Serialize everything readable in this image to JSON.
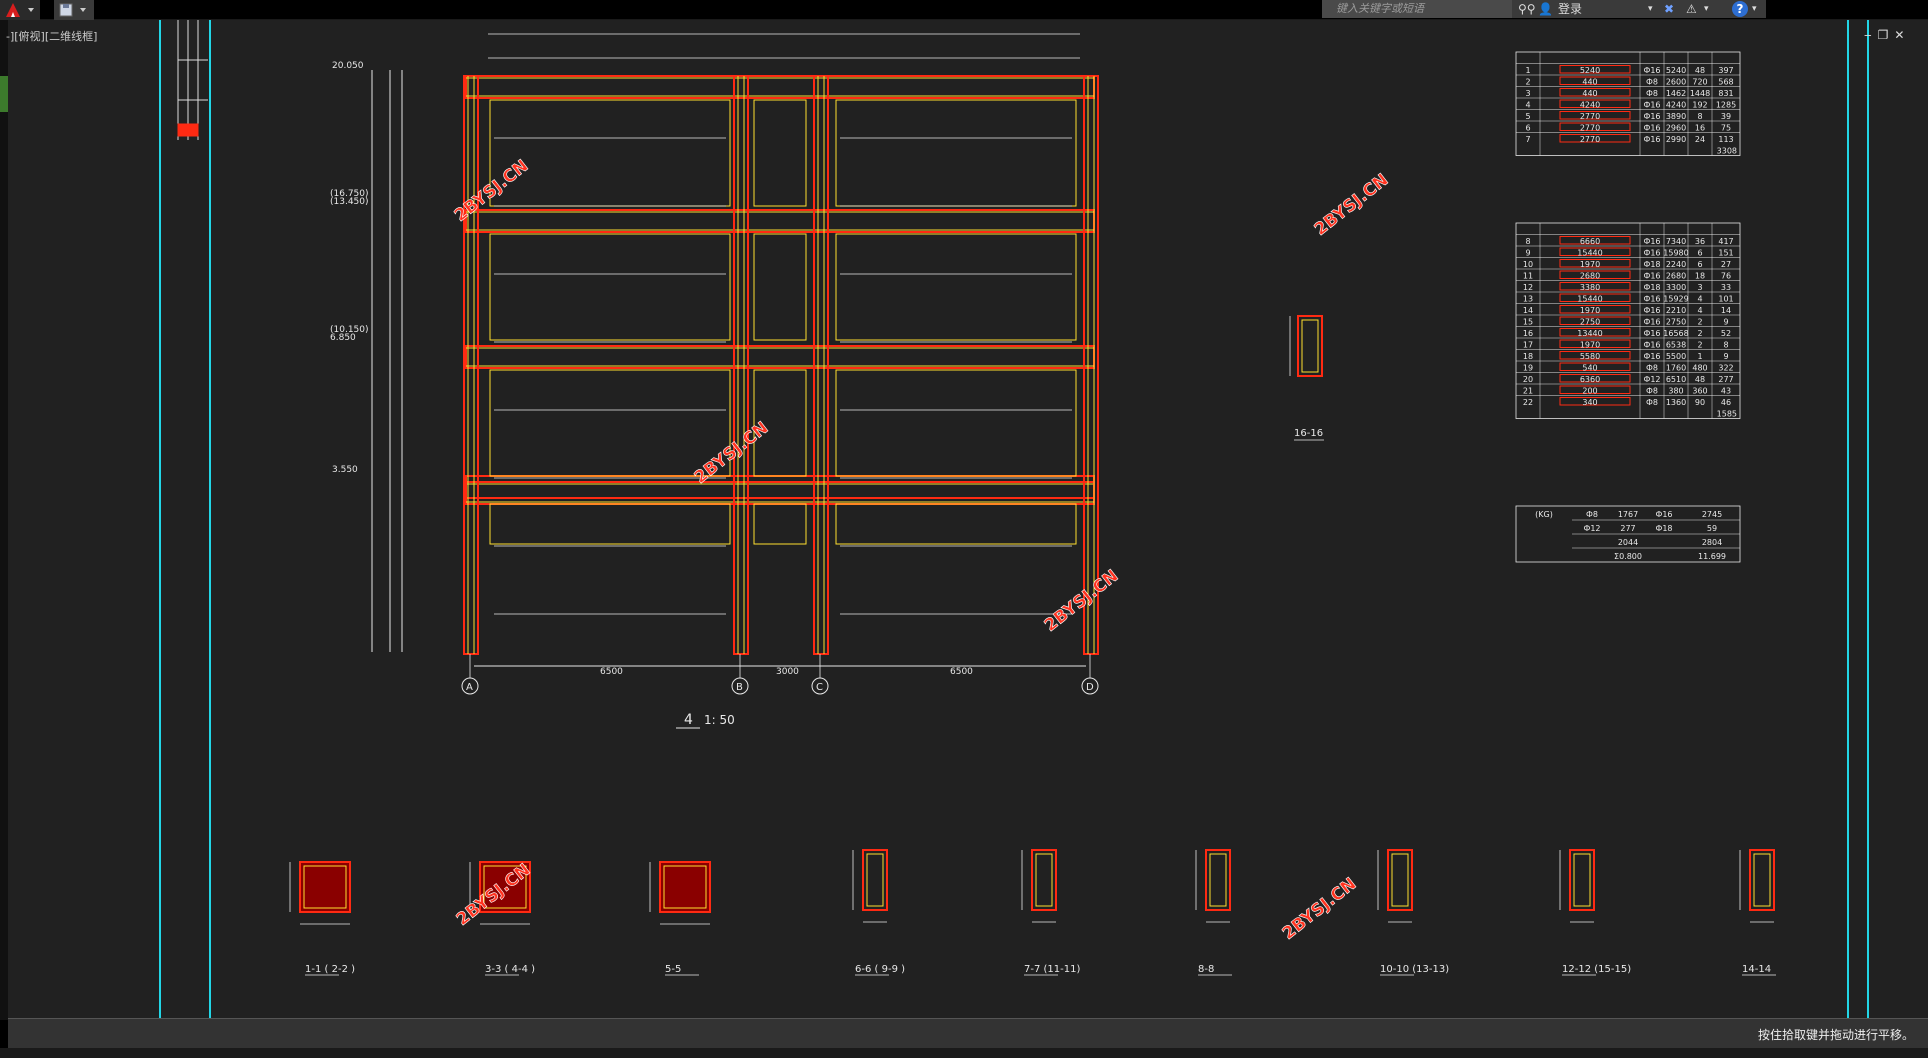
{
  "toolbar": {
    "search_placeholder": "键入关键字或短语",
    "login_label": "登录",
    "help_label": "?"
  },
  "viewport": {
    "label": "-][俯视][二维线框]"
  },
  "status": {
    "message": "按住拾取键并拖动进行平移。"
  },
  "drawing": {
    "watermark": "2BYSJ.CN",
    "scale_title_num": "4",
    "scale_title_ratio": "1: 50",
    "axis_labels": [
      "A",
      "B",
      "C",
      "D"
    ],
    "elevations": [
      "20.050",
      "(16.750)",
      "(13.450)",
      "(10.150)",
      "6.850",
      "3.550"
    ],
    "span_dims": [
      "6500",
      "3000",
      "6500"
    ],
    "sections": [
      {
        "label": "1-1 ( 2-2 )"
      },
      {
        "label": "3-3 ( 4-4 )"
      },
      {
        "label": "5-5"
      },
      {
        "label": "6-6 ( 9-9 )"
      },
      {
        "label": "7-7 (11-11)"
      },
      {
        "label": "8-8"
      },
      {
        "label": "10-10 (13-13)"
      },
      {
        "label": "12-12 (15-15)"
      },
      {
        "label": "14-14"
      }
    ],
    "section_16_label": "16-16"
  },
  "rebar_table_1": {
    "rows": [
      [
        "1",
        "5240",
        "Ф16",
        "5240",
        "48",
        "397"
      ],
      [
        "2",
        "440",
        "Ф8",
        "2600",
        "720",
        "568"
      ],
      [
        "3",
        "440",
        "Ф8",
        "1462",
        "1448",
        "831"
      ],
      [
        "4",
        "4240",
        "Ф16",
        "4240",
        "192",
        "1285"
      ],
      [
        "5",
        "2770",
        "Ф16",
        "3890",
        "8",
        "39"
      ],
      [
        "6",
        "2770",
        "Ф16",
        "2960",
        "16",
        "75"
      ],
      [
        "7",
        "2770",
        "Ф16",
        "2990",
        "24",
        "113"
      ]
    ],
    "total": "3308"
  },
  "rebar_table_2": {
    "rows": [
      [
        "8",
        "6660",
        "Ф16",
        "7340",
        "36",
        "417"
      ],
      [
        "9",
        "15440",
        "Ф16",
        "15980",
        "6",
        "151"
      ],
      [
        "10",
        "1970",
        "Ф18",
        "2240",
        "6",
        "27"
      ],
      [
        "11",
        "2680",
        "Ф16",
        "2680",
        "18",
        "76"
      ],
      [
        "12",
        "3380",
        "Ф18",
        "3300",
        "3",
        "33"
      ],
      [
        "13",
        "15440",
        "Ф16",
        "15929",
        "4",
        "101"
      ],
      [
        "14",
        "1970",
        "Ф16",
        "2210",
        "4",
        "14"
      ],
      [
        "15",
        "2750",
        "Ф16",
        "2750",
        "2",
        "9"
      ],
      [
        "16",
        "13440",
        "Ф16",
        "16568",
        "2",
        "52"
      ],
      [
        "17",
        "1970",
        "Ф16",
        "6538",
        "2",
        "8"
      ],
      [
        "18",
        "5580",
        "Ф16",
        "5500",
        "1",
        "9"
      ],
      [
        "19",
        "540",
        "Ф8",
        "1760",
        "480",
        "322"
      ],
      [
        "20",
        "6360",
        "Ф12",
        "6510",
        "48",
        "277"
      ],
      [
        "21",
        "200",
        "Ф8",
        "380",
        "360",
        "43"
      ],
      [
        "22",
        "340",
        "Ф8",
        "1360",
        "90",
        "46"
      ]
    ],
    "total": "1585"
  },
  "summary_table": {
    "unit": "(KG)",
    "rows": [
      [
        "Ф8",
        "1767",
        "Ф16",
        "2745"
      ],
      [
        "Ф12",
        "277",
        "Ф18",
        "59"
      ],
      [
        "",
        "2044",
        "",
        "2804"
      ],
      [
        "",
        "Σ0.800",
        "",
        "11.699"
      ]
    ]
  },
  "colors": {
    "canvas": "#212121",
    "beam_red": "#ff2a12",
    "beam_yellow": "#ffe030",
    "line_white": "#e8e8e8",
    "frame_cyan": "#22d6e6",
    "watermark": "#ff3320"
  }
}
